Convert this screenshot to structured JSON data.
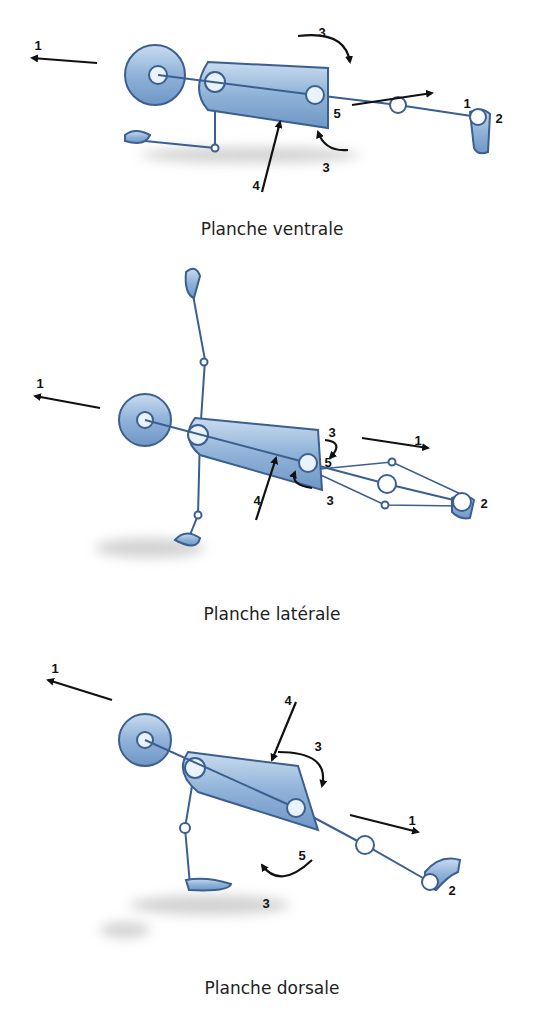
{
  "diagram": {
    "labels": [
      "1",
      "3",
      "1",
      "5",
      "2",
      "3",
      "4",
      "Planche ventrale",
      "1",
      "3",
      "1",
      "5",
      "3",
      "4",
      "2",
      "Planche latérale",
      "1",
      "4",
      "3",
      "1",
      "5",
      "2",
      "3",
      "Planche dorsale"
    ]
  }
}
